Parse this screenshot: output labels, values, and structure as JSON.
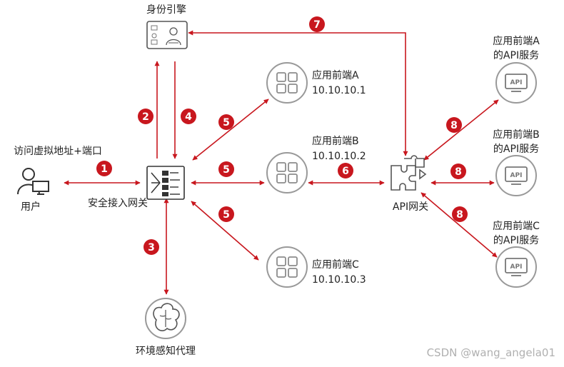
{
  "colors": {
    "arrow": "#c8171e",
    "badge": "#c8171e",
    "icon_gray": "#8c8c8c",
    "icon_stroke": "#6b6b6b"
  },
  "labels": {
    "identity_engine": "身份引擎",
    "visit_virtual_addr": "访问虚拟地址+端口",
    "user": "用户",
    "secure_gateway": "安全接入网关",
    "env_agent": "环境感知代理",
    "frontend_a_name": "应用前端A",
    "frontend_a_ip": "10.10.10.1",
    "frontend_b_name": "应用前端B",
    "frontend_b_ip": "10.10.10.2",
    "frontend_c_name": "应用前端C",
    "frontend_c_ip": "10.10.10.3",
    "api_gateway": "API网关",
    "service_a_line1": "应用前端A",
    "service_a_line2": "的API服务",
    "service_b_line1": "应用前端B",
    "service_b_line2": "的API服务",
    "service_c_line1": "应用前端C",
    "service_c_line2": "的API服务",
    "api_icon_text": "API",
    "watermark": "CSDN @wang_angela01"
  },
  "steps": {
    "s1": "1",
    "s2": "2",
    "s3": "3",
    "s4": "4",
    "s5a": "5",
    "s5b": "5",
    "s5c": "5",
    "s6": "6",
    "s7": "7",
    "s8a": "8",
    "s8b": "8",
    "s8c": "8"
  }
}
